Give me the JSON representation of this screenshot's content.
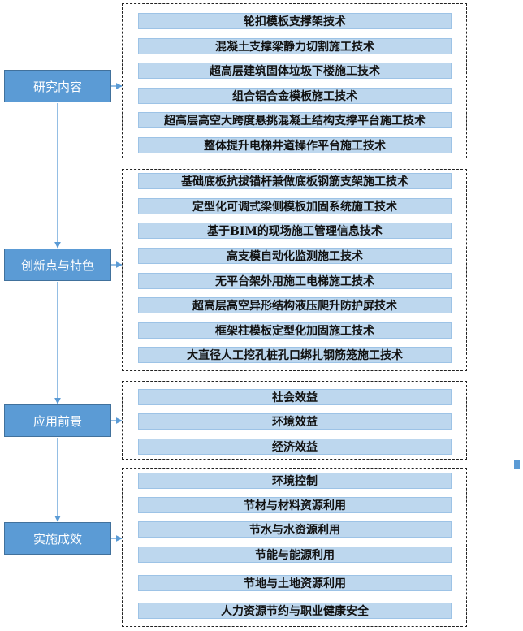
{
  "colors": {
    "category_fill": "#5b9bd5",
    "item_fill": "#bdd7ee",
    "connector": "#5b9bd5",
    "group_border": "#222222"
  },
  "groups": [
    {
      "category": "研究内容",
      "items": [
        "轮扣模板支撑架技术",
        "混凝土支撑梁静力切割施工技术",
        "超高层建筑固体垃圾下楼施工技术",
        "组合铝合金模板施工技术",
        "超高层高空大跨度悬挑混凝土结构支撑平台施工技术",
        "整体提升电梯井道操作平台施工技术"
      ]
    },
    {
      "category": "创新点与特色",
      "items": [
        "基础底板抗拔锚杆兼做底板钢筋支架施工技术",
        "定型化可调式梁侧模板加固系统施工技术",
        "基于BIM的现场施工管理信息技术",
        "高支模自动化监测施工技术",
        "无平台架外用施工电梯施工技术",
        "超高层高空异形结构液压爬升防护屏技术",
        "框架柱模板定型化加固施工技术",
        "大直径人工挖孔桩孔口绑扎钢筋笼施工技术"
      ]
    },
    {
      "category": "应用前景",
      "items": [
        "社会效益",
        "环境效益",
        "经济效益"
      ]
    },
    {
      "category": "实施成效",
      "items": [
        "环境控制",
        "节材与材料资源利用",
        "节水与水资源利用",
        "节能与能源利用",
        "节地与土地资源利用",
        "人力资源节约与职业健康安全"
      ]
    }
  ]
}
